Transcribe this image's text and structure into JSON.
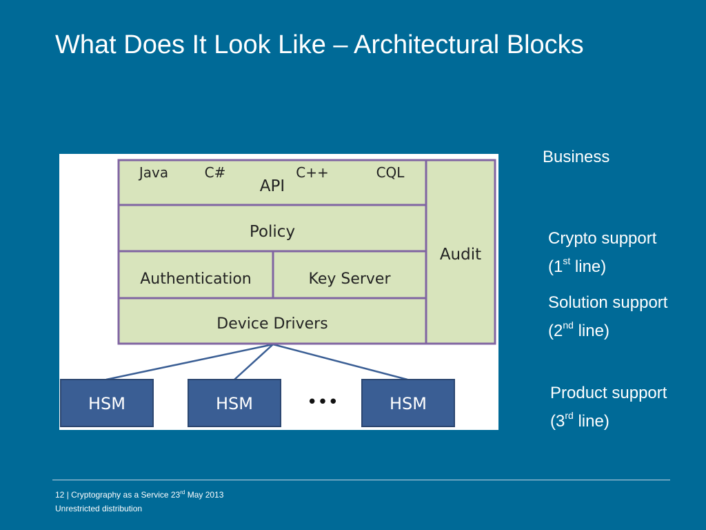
{
  "slide": {
    "title": "What Does It Look Like – Architectural Blocks"
  },
  "diagram": {
    "api_languages": [
      "Java",
      "C#",
      "C++",
      "CQL"
    ],
    "api_label": "API",
    "policy_label": "Policy",
    "authentication_label": "Authentication",
    "key_server_label": "Key Server",
    "device_drivers_label": "Device Drivers",
    "audit_label": "Audit",
    "hsm_labels": [
      "HSM",
      "HSM",
      "HSM"
    ],
    "ellipsis": "•••",
    "colors": {
      "block_fill": "#d8e4bc",
      "block_border": "#8064a2",
      "hsm_fill": "#3a5e94"
    }
  },
  "support_levels": {
    "business": "Business",
    "crypto": {
      "line1": "Crypto support",
      "prefix": "(1",
      "sup": "st",
      "suffix": " line)"
    },
    "solution": {
      "line1": "Solution support",
      "prefix": "(2",
      "sup": "nd",
      "suffix": " line)"
    },
    "product": {
      "line1": "Product support",
      "prefix": "(3",
      "sup": "rd",
      "suffix": " line)"
    }
  },
  "footer": {
    "page_number": "12",
    "text_before_sup": " | Cryptography as a Service 23",
    "sup": "rd",
    "text_after_sup": " May 2013",
    "distribution": "Unrestricted distribution"
  },
  "theme": {
    "background": "#006a97",
    "text": "#ffffff"
  }
}
